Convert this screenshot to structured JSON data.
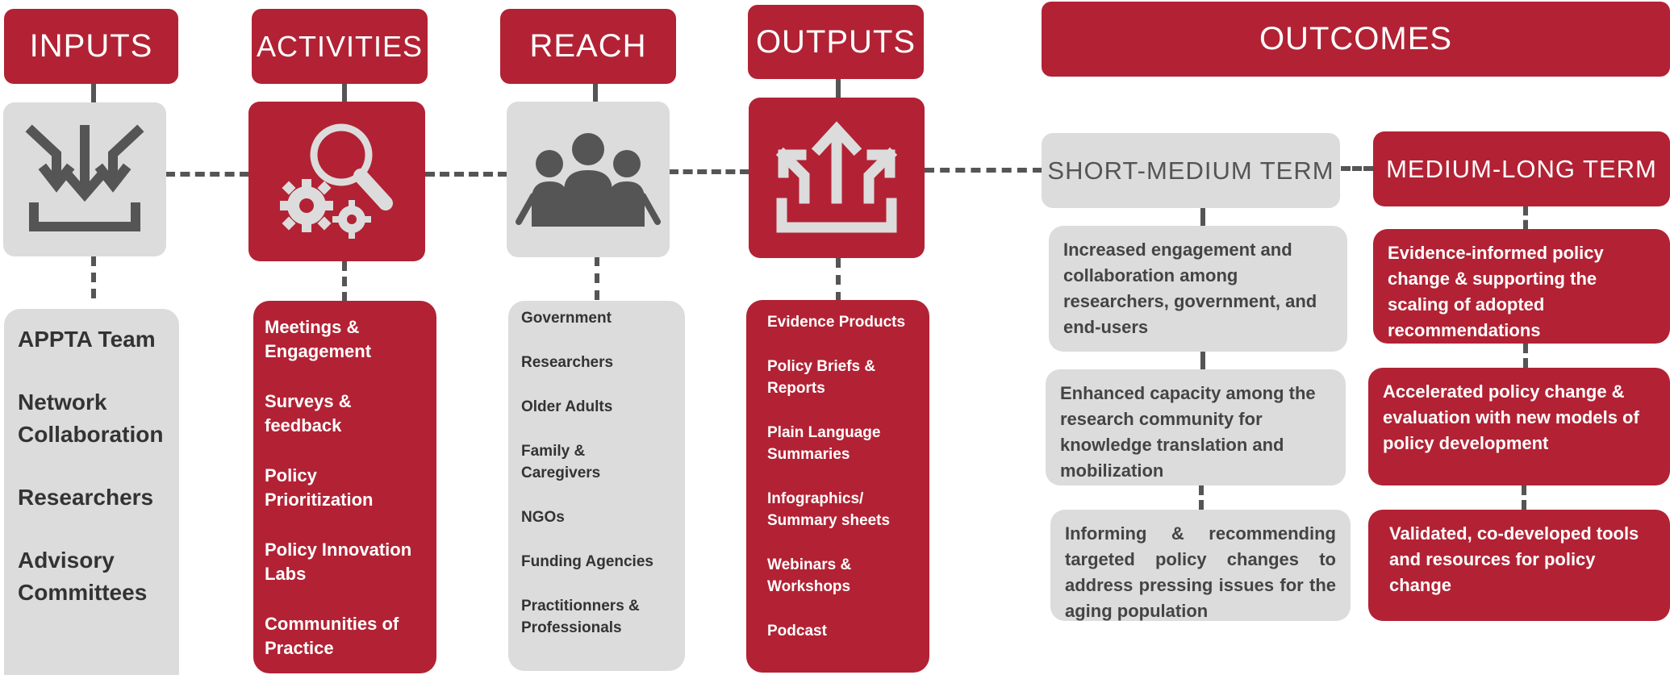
{
  "headers": {
    "inputs": "INPUTS",
    "activities": "ACTIVITIES",
    "reach": "REACH",
    "outputs": "OUTPUTS",
    "outcomes": "OUTCOMES"
  },
  "terms": {
    "short_medium": "SHORT-MEDIUM TERM",
    "medium_long": "MEDIUM-LONG TERM"
  },
  "inputs": [
    "APPTA Team",
    "Network Collaboration",
    "Researchers",
    "Advisory Committees"
  ],
  "activities": [
    "Meetings & Engagement",
    "Surveys & feedback",
    "Policy Prioritization",
    "Policy Innovation Labs",
    "Communities of Practice"
  ],
  "reach": [
    "Government",
    "Researchers",
    "Older Adults",
    "Family & Caregivers",
    "NGOs",
    "Funding Agencies",
    "Practitionners & Professionals"
  ],
  "outputs": [
    "Evidence Products",
    "Policy Briefs & Reports",
    "Plain Language Summaries",
    "Infographics/ Summary sheets",
    "Webinars & Workshops",
    "Podcast"
  ],
  "short_medium_outcomes": [
    "Increased engagement and collaboration among researchers, government, and end-users",
    "Enhanced capacity among the research community for knowledge translation and mobilization",
    "Informing & recommending targeted policy changes to address pressing issues for the aging population"
  ],
  "medium_long_outcomes": [
    "Evidence-informed policy change & supporting the scaling of adopted recommendations",
    "Accelerated policy change & evaluation with new models of policy development",
    "Validated, co-developed tools and resources for policy change"
  ],
  "icons": {
    "inputs": "inbox-arrows-icon",
    "activities": "magnifier-gears-icon",
    "reach": "people-group-icon",
    "outputs": "upload-arrows-icon"
  },
  "colors": {
    "red": "#b22234",
    "grey": "#dcdcdc",
    "dark": "#555555"
  }
}
